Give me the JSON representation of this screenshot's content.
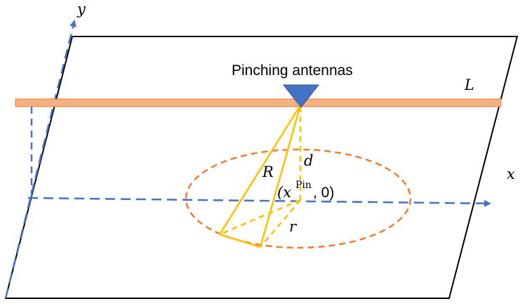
{
  "diagram": {
    "labels": {
      "y_axis": "y",
      "x_axis": "x",
      "waveguide": "L",
      "antenna": "Pinching antennas",
      "R": "R",
      "d": "d",
      "r": "r",
      "coord_prefix": "(x",
      "coord_sup": "Pin",
      "coord_suffix": ", 0)"
    },
    "colors": {
      "plane": "#000000",
      "axis": "#4472c4",
      "waveguide_fill": "#f4b183",
      "waveguide_stroke": "#ed7d31",
      "antenna": "#4472c4",
      "rays": "#ffc000",
      "ellipse": "#ed7d31"
    }
  }
}
